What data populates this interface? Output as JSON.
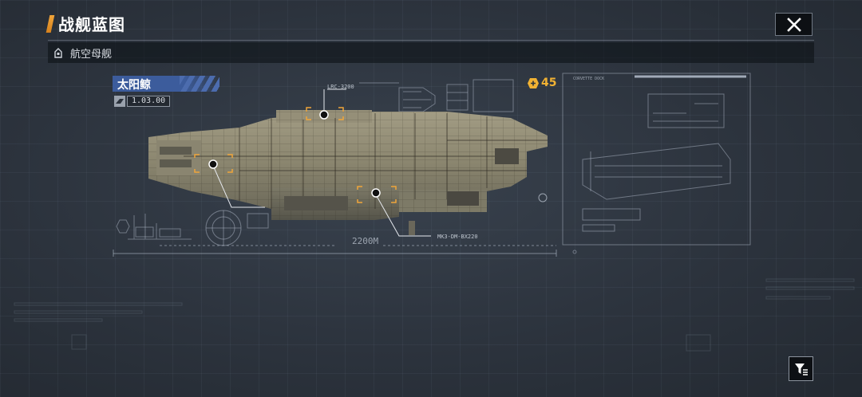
{
  "header": {
    "title": "战舰蓝图",
    "close_icon": "close-icon"
  },
  "subheader": {
    "category_icon": "dock-icon",
    "category_label": "航空母舰"
  },
  "ship": {
    "name": "太阳鲸",
    "version_icon": "ship-version-icon",
    "version": "1.03.00"
  },
  "cost": {
    "icon": "resource-icon",
    "value": "45"
  },
  "blueprint": {
    "callout_top": "LRC-3200",
    "callout_bottom": "MK3-DM-BX220",
    "length_label": "2200M",
    "dock_label": "CORVETTE DOCK"
  },
  "footer": {
    "filter_icon": "filter-icon"
  },
  "colors": {
    "accent_orange": "#f0a53a",
    "name_plate_blue": "#3c5c9c",
    "cost_gold": "#f1b233",
    "background": "#2b323c"
  }
}
